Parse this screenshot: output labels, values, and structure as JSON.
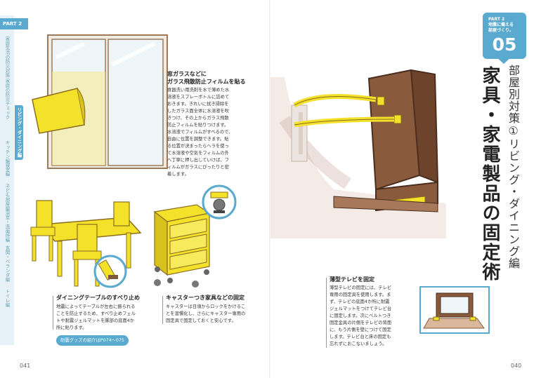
{
  "left_page": {
    "page_number": "041",
    "tabs": {
      "part_label": "PART 2",
      "items": [
        "家庭生活の防災対策",
        "家庭の防災チェック",
        "リビング・ダイニング編",
        "キッチン編",
        "寝室編",
        "子ども部屋編",
        "浴室・洗面所編",
        "玄関・ベランダ編",
        "トイレ編"
      ]
    },
    "window_section": {
      "title_line1": "窓ガラスなどに",
      "title_line2": "ガラス飛散防止フィルムを貼る",
      "body": [
        "食器洗い用洗剤を水で薄めた水",
        "溶液をスプレーボトルに詰めて",
        "おきます。きれいに拭き掃除を",
        "したガラス面全体に水溶液を吹",
        "きつけ、その上からガラス飛散",
        "防止フィルムを貼りつけます。",
        "水溶液でフィルムがすべるので、",
        "自由に位置を調整できます。貼",
        "る位置が決まったらヘラを使っ",
        "て水溶液や空気をフィルムの外",
        "へ丁寧に押し出していけば、フ",
        "ィルムがガラスにぴったりと密",
        "着します。"
      ]
    },
    "table_section": {
      "title": "ダイニングテーブルのすべり止め",
      "body": [
        "地震によってテーブルが左右に振られる",
        "ことを防止するため、すべり止めフェル",
        "トや耐震ジェルマットを脚部の底面4か",
        "所に貼ります。"
      ]
    },
    "caster_section": {
      "title": "キャスターつき家具などの固定",
      "body": [
        "キャスターは日頃からロックをかけるこ",
        "とを習慣化し、さらにキャスター専用の",
        "固定具で固定しておくと安心です。"
      ]
    },
    "reference_chip": "耐震グッズの紹介はP074〜075"
  },
  "right_page": {
    "page_number": "040",
    "badge": {
      "line1": "PART 2",
      "line2": "地震に備える",
      "line3": "部屋づくり。",
      "number": "05"
    },
    "subtitle": "部屋別対策①リビング・ダイニング編",
    "title": "家具・家電製品の固定術",
    "tv_section": {
      "title": "薄型テレビを固定",
      "body": [
        "薄型テレビの固定には、テレビ",
        "専用の固定具を使用します。ま",
        "ず、テレビの底面4か所に耐震",
        "ジェルマットをつけてテレビ台",
        "に固定します。次にベルトつき",
        "固定金具の片側をテレビの背面",
        "に、もう片側を壁につけて固定",
        "します。テレビ台と床の固定も",
        "忘れずにおこないましょう。"
      ]
    }
  },
  "colors": {
    "accent": "#5aa9cf",
    "illustration_yellow": "#f4e12a",
    "furniture_brown": "#8a5a3c"
  }
}
